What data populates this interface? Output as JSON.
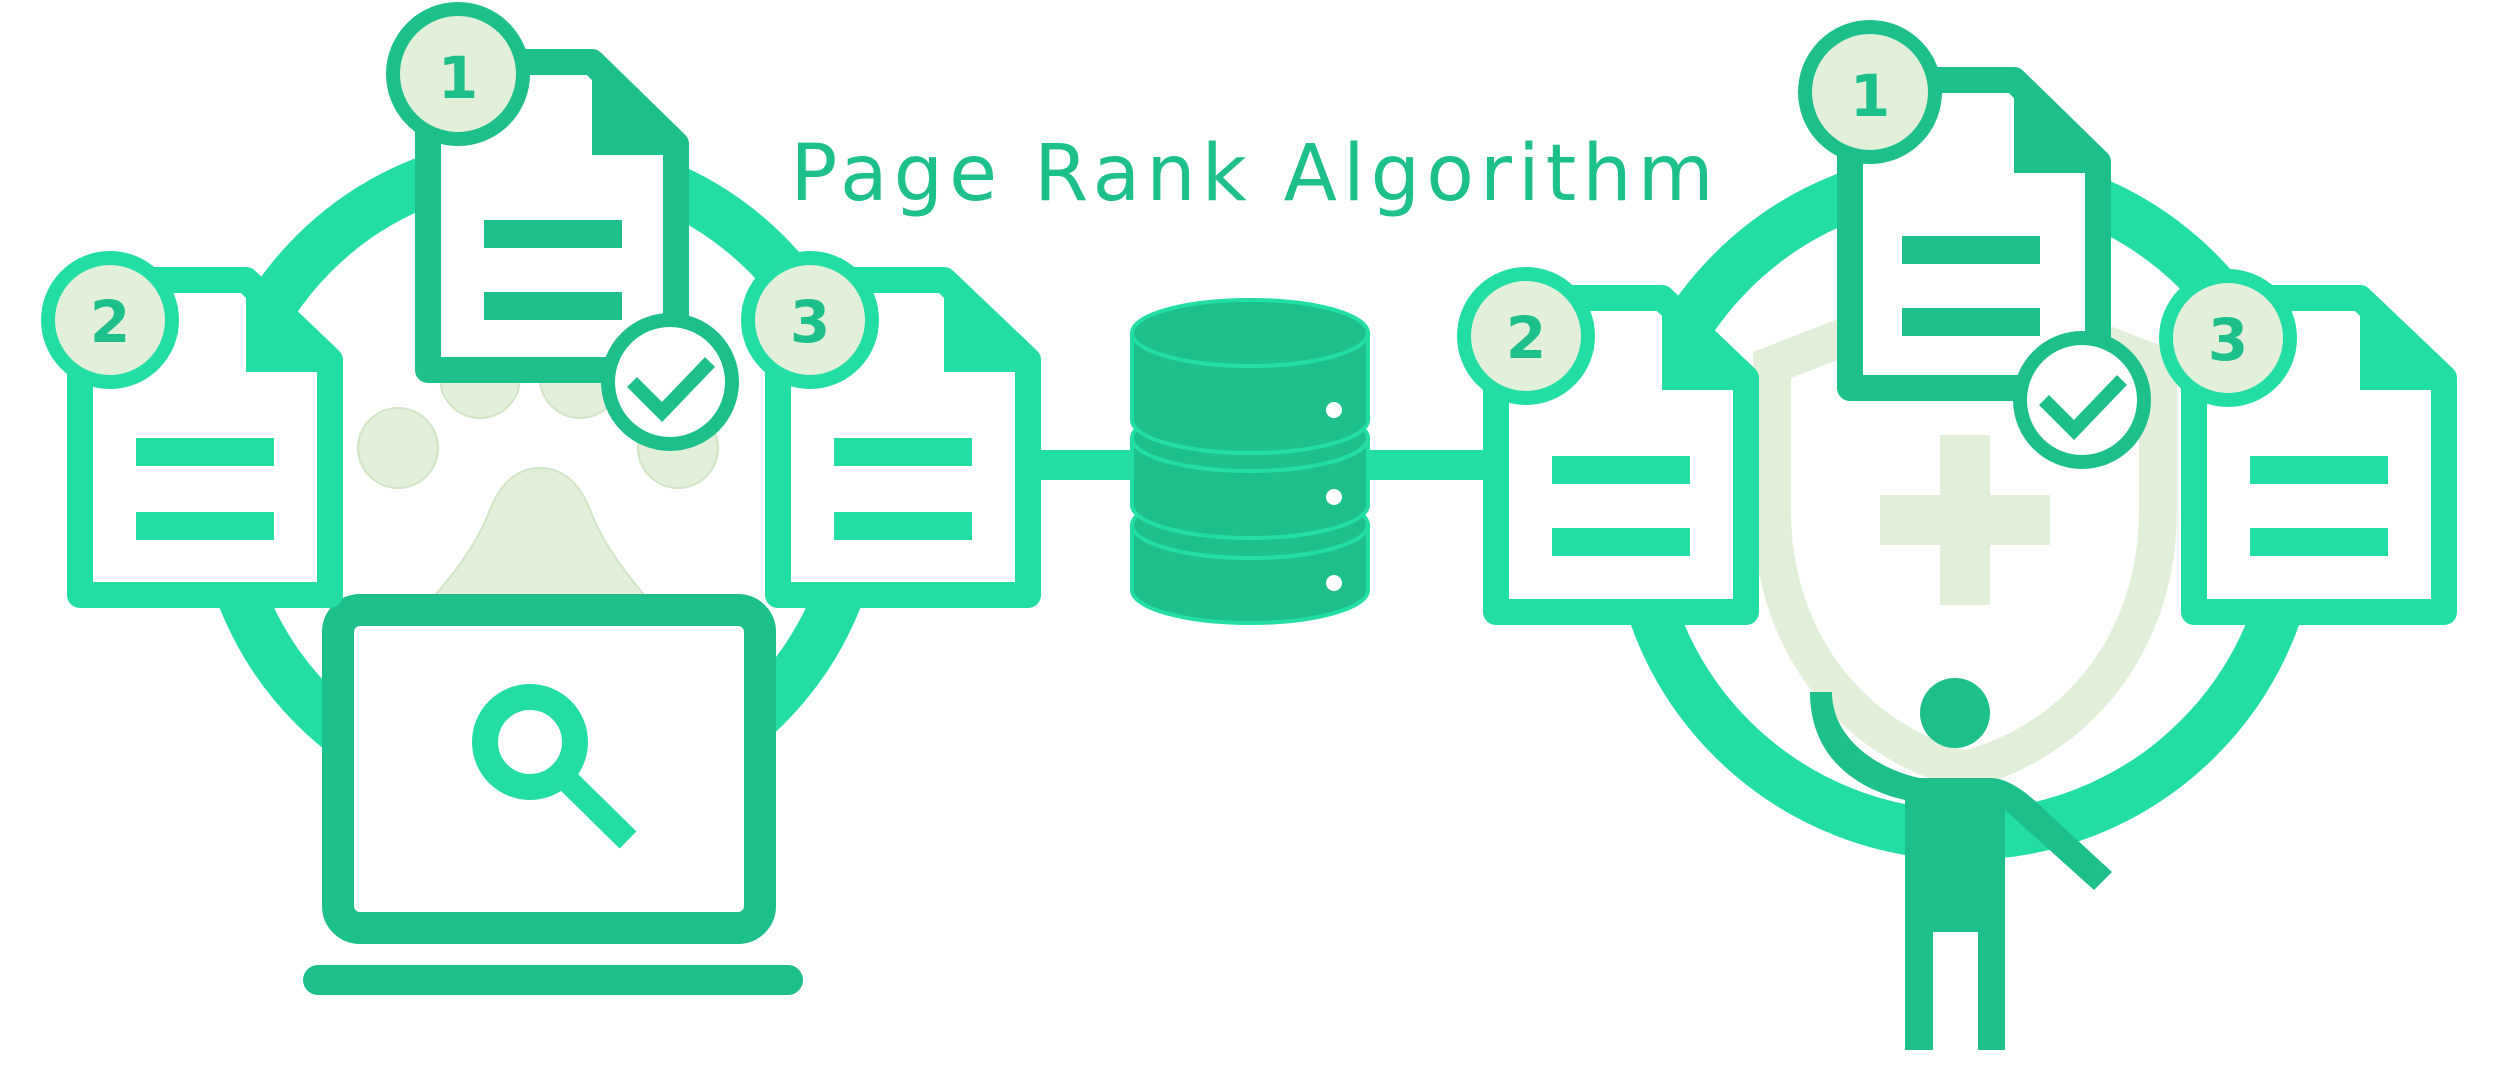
{
  "title": "Page Rank Algorithm",
  "left_cluster": {
    "pages": [
      {
        "rank": "1"
      },
      {
        "rank": "2"
      },
      {
        "rank": "3"
      }
    ]
  },
  "right_cluster": {
    "pages": [
      {
        "rank": "1"
      },
      {
        "rank": "2"
      },
      {
        "rank": "3"
      }
    ]
  },
  "colors": {
    "primary": "#23dea4",
    "dark": "#1dbf8a",
    "pale": "#e2f0da",
    "background": "#ffffff"
  },
  "icons": [
    "magnifier-icon",
    "laptop-icon",
    "database-icon",
    "shield-plus-icon",
    "person-icon",
    "checkmark-icon",
    "document-icon",
    "user-group-icon"
  ]
}
